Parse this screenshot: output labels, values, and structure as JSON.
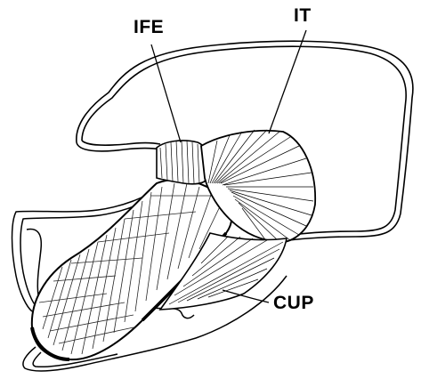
{
  "labels": {
    "ife": "IFE",
    "it": "IT",
    "cup": "CUP"
  },
  "colors": {
    "ink": "#000000",
    "paper": "#ffffff"
  }
}
